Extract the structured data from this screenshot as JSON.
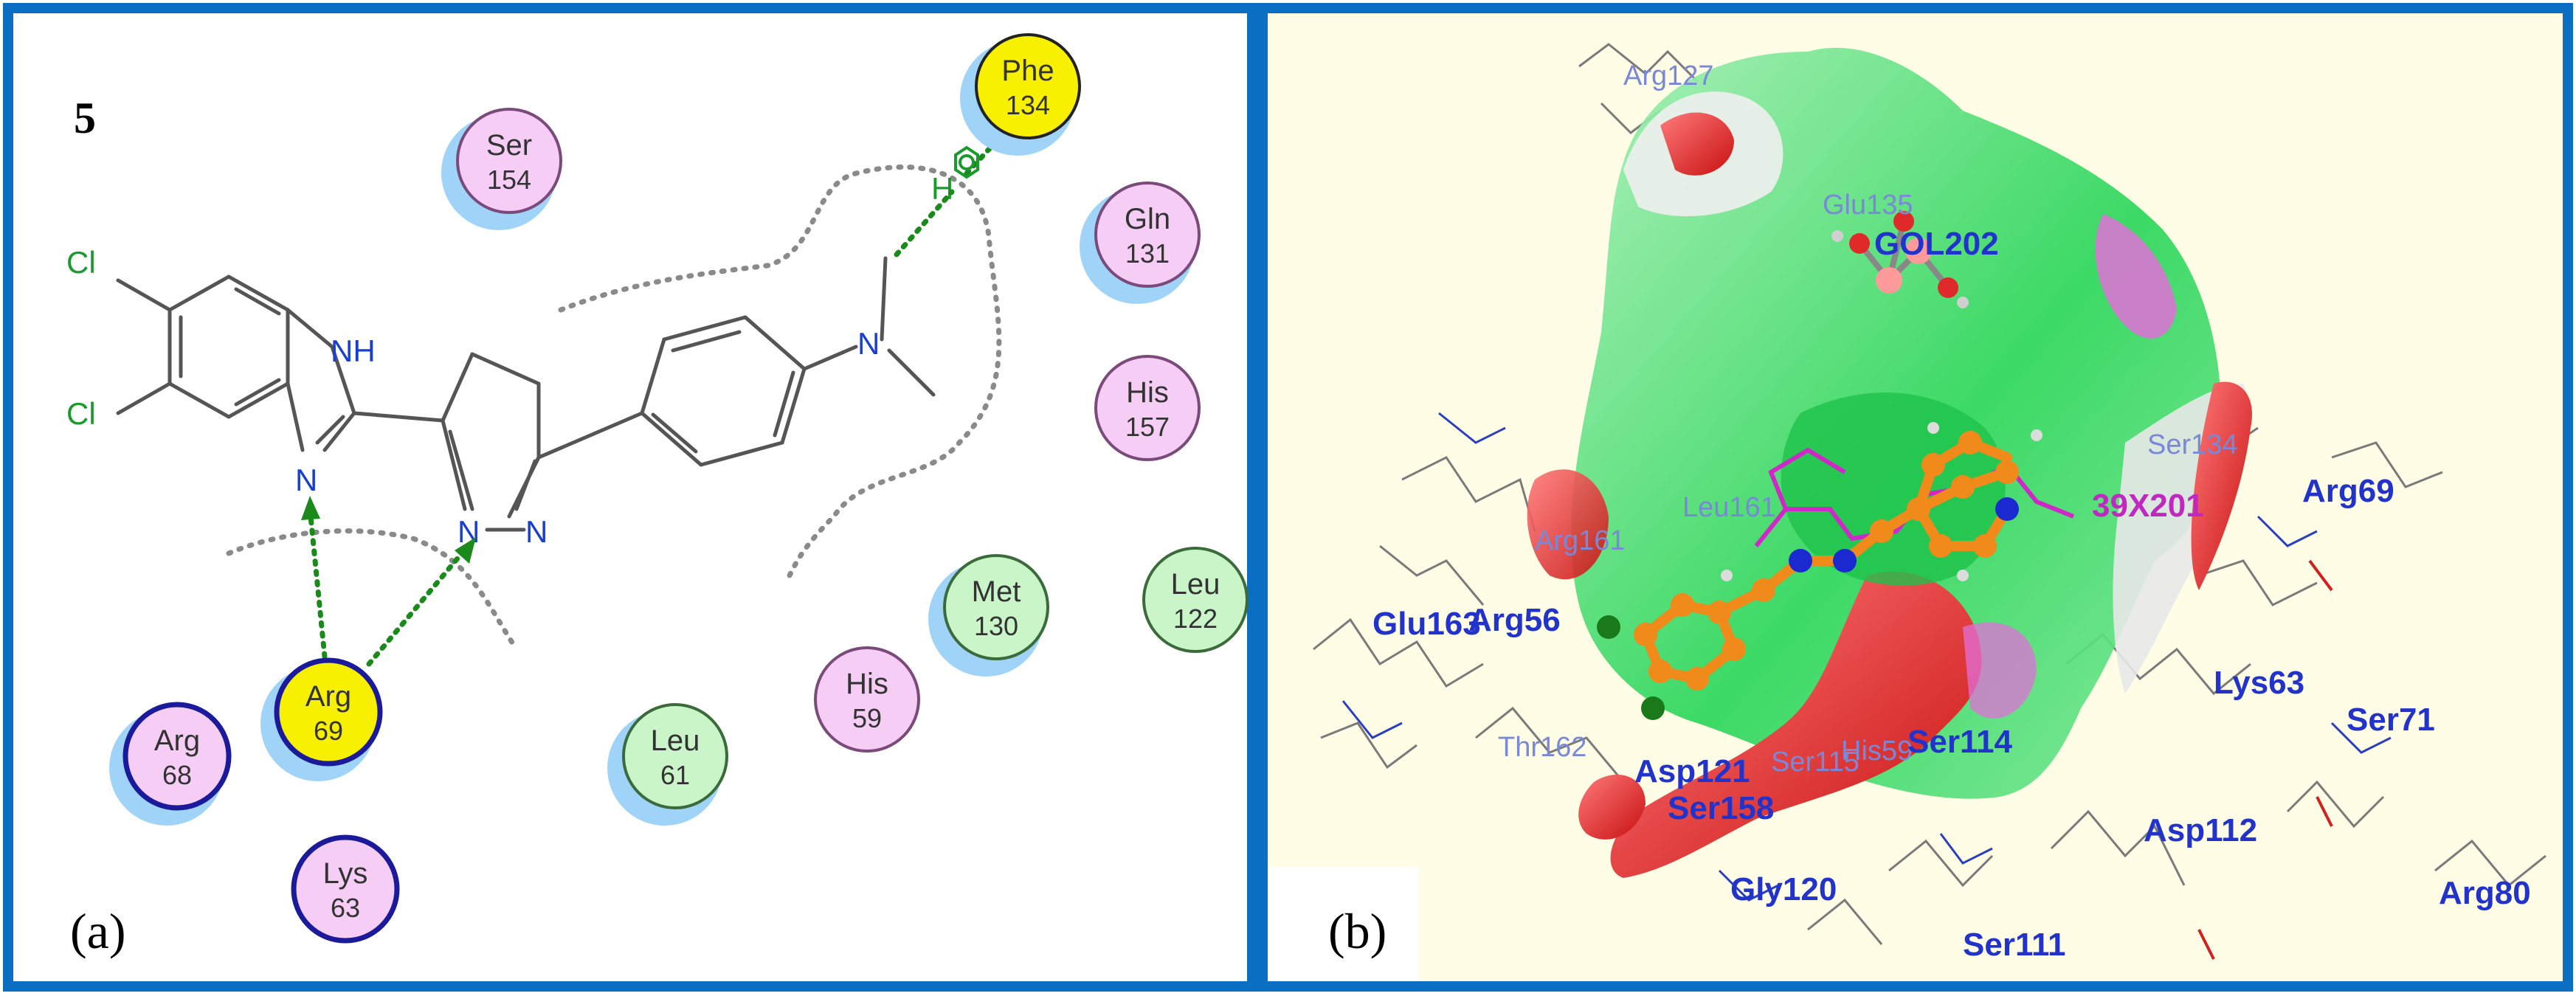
{
  "panel_a": {
    "compound_number": "5",
    "panel_label": "(a)",
    "molecule_labels": {
      "cl_top": "Cl",
      "cl_bottom": "Cl",
      "nh": "NH",
      "n_imidazole": "N",
      "n_pyrazole_left": "N",
      "n_pyrazole_right": "N",
      "n_amine": "N",
      "h_interaction": "H"
    },
    "residues": [
      {
        "id": "phe134",
        "name": "Phe",
        "num": "134",
        "fill": "#f7f000",
        "edge": "#222222",
        "halo": true
      },
      {
        "id": "ser154",
        "name": "Ser",
        "num": "154",
        "fill": "#f5cdf5",
        "edge": "#7a4a7a",
        "halo": true
      },
      {
        "id": "gln131",
        "name": "Gln",
        "num": "131",
        "fill": "#f5cdf5",
        "edge": "#7a4a7a",
        "halo": true
      },
      {
        "id": "his157",
        "name": "His",
        "num": "157",
        "fill": "#f5cdf5",
        "edge": "#7a4a7a",
        "halo": false
      },
      {
        "id": "leu122",
        "name": "Leu",
        "num": "122",
        "fill": "#c9f5c9",
        "edge": "#3b6b3b",
        "halo": false
      },
      {
        "id": "met130",
        "name": "Met",
        "num": "130",
        "fill": "#c9f5c9",
        "edge": "#3b6b3b",
        "halo": true
      },
      {
        "id": "his59",
        "name": "His",
        "num": "59",
        "fill": "#f5cdf5",
        "edge": "#7a4a7a",
        "halo": false
      },
      {
        "id": "leu61",
        "name": "Leu",
        "num": "61",
        "fill": "#c9f5c9",
        "edge": "#3b6b3b",
        "halo": true
      },
      {
        "id": "arg69",
        "name": "Arg",
        "num": "69",
        "fill": "#f7f000",
        "edge": "#1a1a9a",
        "halo": true
      },
      {
        "id": "arg68",
        "name": "Arg",
        "num": "68",
        "fill": "#f5cdf5",
        "edge": "#1a1a9a",
        "halo": true
      },
      {
        "id": "lys63",
        "name": "Lys",
        "num": "63",
        "fill": "#f5cdf5",
        "edge": "#1a1a9a",
        "halo": false
      }
    ]
  },
  "panel_b": {
    "panel_label": "(b)",
    "residue_labels": [
      {
        "id": "arg127",
        "text": "Arg127",
        "style": "faint"
      },
      {
        "id": "glu135",
        "text": "Glu135",
        "style": "faint"
      },
      {
        "id": "gol202",
        "text": "GOL202",
        "style": "bold"
      },
      {
        "id": "ser134",
        "text": "Ser134",
        "style": "faint"
      },
      {
        "id": "arg69",
        "text": "Arg69",
        "style": "bold"
      },
      {
        "id": "39x201",
        "text": "39X201",
        "style": "magenta"
      },
      {
        "id": "leu161",
        "text": "Leu161",
        "style": "faint"
      },
      {
        "id": "arg161",
        "text": "Arg161",
        "style": "faint"
      },
      {
        "id": "glu163",
        "text": "Glu163",
        "style": "bold"
      },
      {
        "id": "arg56",
        "text": "Arg56",
        "style": "bold"
      },
      {
        "id": "lys63",
        "text": "Lys63",
        "style": "bold"
      },
      {
        "id": "ser71",
        "text": "Ser71",
        "style": "bold"
      },
      {
        "id": "thr162",
        "text": "Thr162",
        "style": "faint"
      },
      {
        "id": "asp121",
        "text": "Asp121",
        "style": "bold"
      },
      {
        "id": "ser158",
        "text": "Ser158",
        "style": "bold"
      },
      {
        "id": "ser115",
        "text": "Ser115",
        "style": "faint"
      },
      {
        "id": "his59",
        "text": "His59",
        "style": "faint"
      },
      {
        "id": "ser114",
        "text": "Ser114",
        "style": "bold"
      },
      {
        "id": "asp112",
        "text": "Asp112",
        "style": "bold"
      },
      {
        "id": "gly120",
        "text": "Gly120",
        "style": "bold"
      },
      {
        "id": "ser111",
        "text": "Ser111",
        "style": "bold"
      },
      {
        "id": "arg80",
        "text": "Arg80",
        "style": "bold"
      }
    ]
  },
  "colors": {
    "frame": "#0a6fc2",
    "bond": "#555555",
    "nitrogen": "#1a3fd0",
    "chlorine": "#1a9a2a",
    "interaction": "#1a8a1a",
    "pocket_line": "#8a8a8a",
    "surface_green": "#2bd65a",
    "surface_red": "#e01e1e",
    "surface_magenta": "#e070d8",
    "ligand_orange": "#f08a1a"
  }
}
